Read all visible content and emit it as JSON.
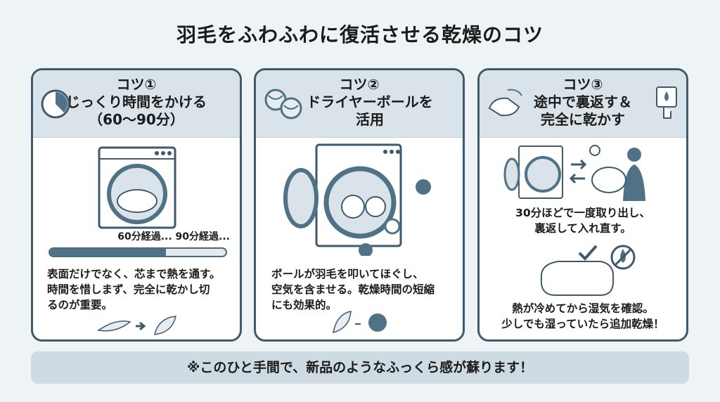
{
  "title": "羽毛をふわふわに復活させる乾燥のコツ",
  "cards": [
    {
      "label": "コツ①",
      "heading_line1": "じっくり時間をかける",
      "heading_line2": "（60〜90分）",
      "progress_caption": "60分経過... 90分経過...",
      "progress_fraction": 0.66,
      "text_lines": [
        "表面だけでなく、芯まで熱を通す。",
        "時間を惜しまず、完全に乾かし切",
        "るのが重要。"
      ]
    },
    {
      "label": "コツ②",
      "heading_line1": "ドライヤーボールを",
      "heading_line2": "活用",
      "text_lines": [
        "ボールが羽毛を叩いてほぐし、",
        "空気を含ませる。乾燥時間の短縮",
        "にも効果的。"
      ]
    },
    {
      "label": "コツ③",
      "heading_line1": "途中で裏返す＆",
      "heading_line2": "完全に乾かす",
      "caption_lines": [
        "30分ほどで一度取り出し、",
        "裏返して入れ直す。"
      ],
      "text_lines": [
        "熱が冷めてから湿気を確認。",
        "少しでも湿っていたら追加乾燥！"
      ]
    }
  ],
  "footer": "※このひと手間で、新品のようなふっくら感が蘇ります！",
  "colors": {
    "accent": "#4f7287",
    "header_bg": "#d9e3e9",
    "border": "#3f5a6c"
  }
}
